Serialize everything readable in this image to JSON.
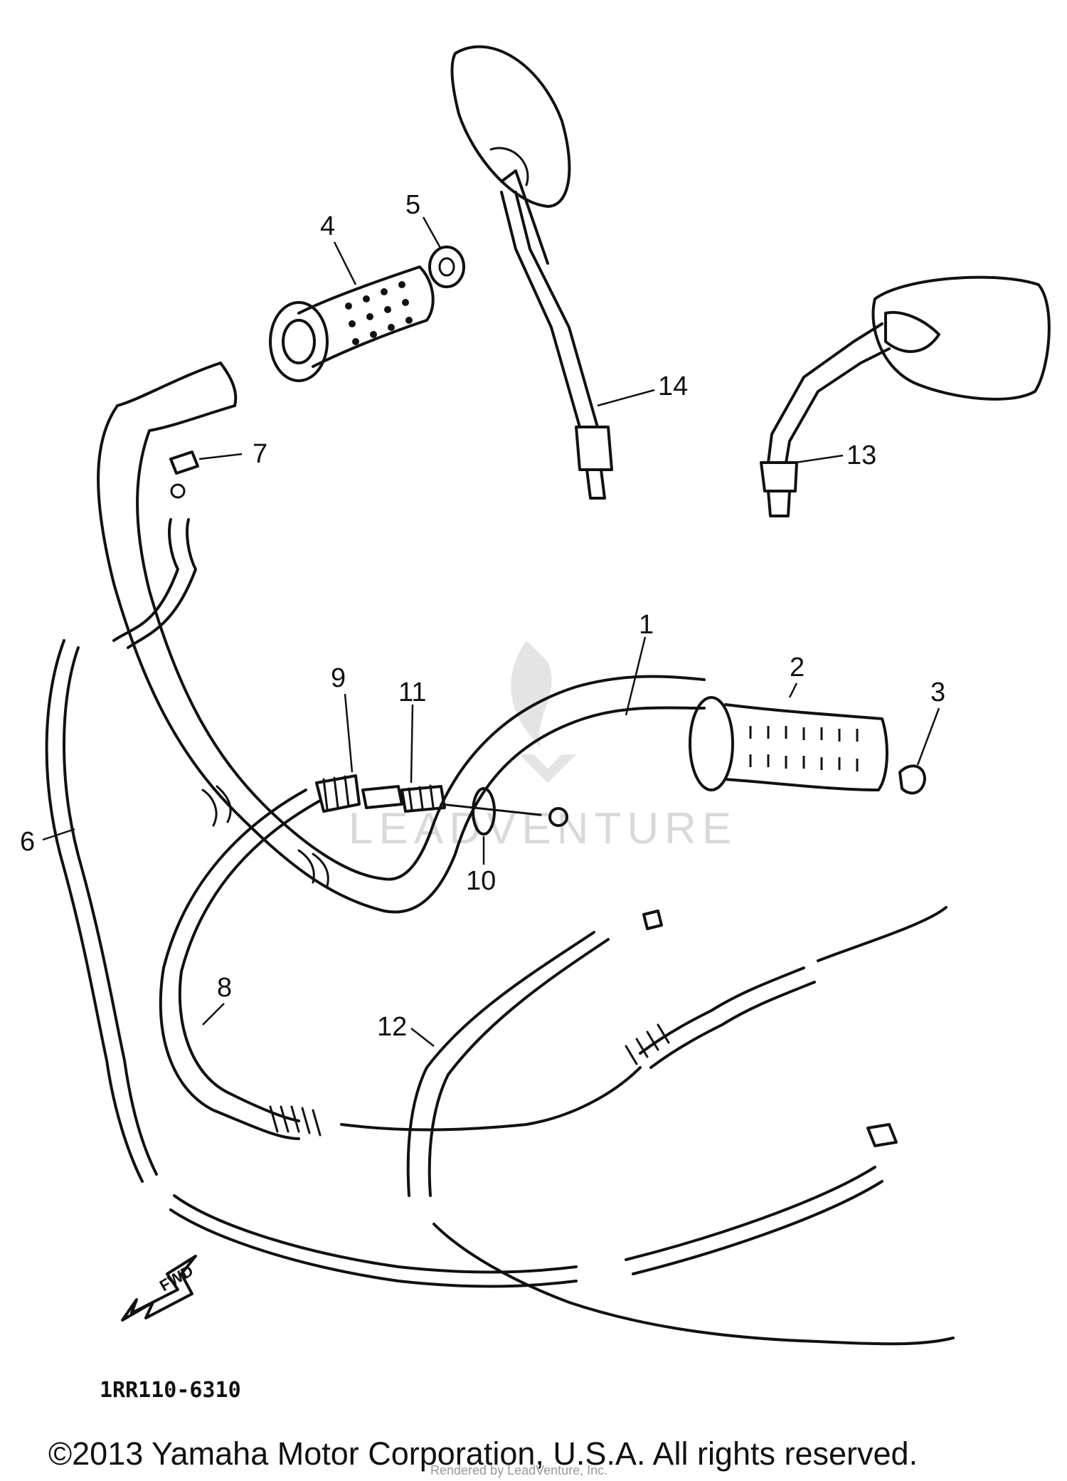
{
  "diagram": {
    "watermark": "LEADVENTURE",
    "part_code": "1RR110-6310",
    "copyright": "©2013 Yamaha Motor Corporation, U.S.A. All rights reserved.",
    "rendered_by": "Rendered by LeadVenture, Inc.",
    "direction_label": "FWD",
    "callouts": {
      "c1": "1",
      "c2": "2",
      "c3": "3",
      "c4": "4",
      "c5": "5",
      "c6": "6",
      "c7": "7",
      "c8": "8",
      "c9": "9",
      "c10": "10",
      "c11": "11",
      "c12": "12",
      "c13": "13",
      "c14": "14"
    }
  }
}
